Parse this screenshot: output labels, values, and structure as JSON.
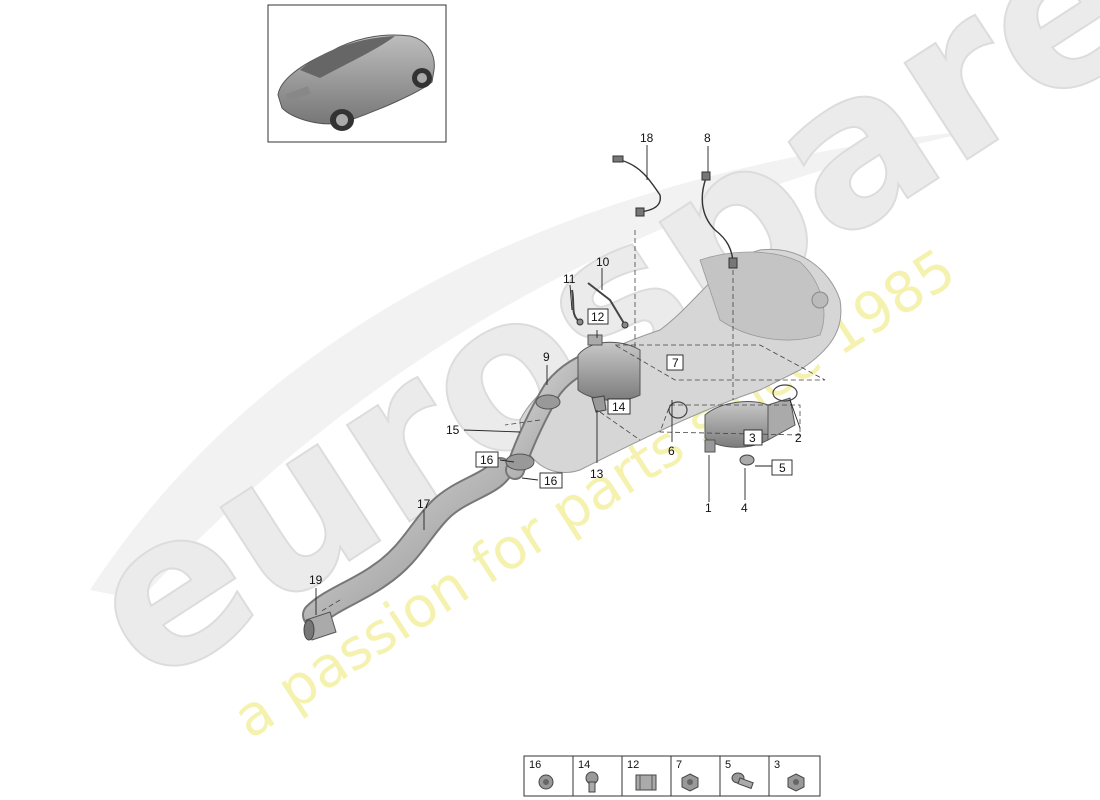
{
  "watermark": {
    "brand": "eurospares",
    "tagline": "a passion for parts since 1985"
  },
  "callouts": [
    {
      "id": "1",
      "boxed": false
    },
    {
      "id": "2",
      "boxed": false
    },
    {
      "id": "3",
      "boxed": true
    },
    {
      "id": "4",
      "boxed": false
    },
    {
      "id": "5",
      "boxed": true
    },
    {
      "id": "6",
      "boxed": false
    },
    {
      "id": "7",
      "boxed": true
    },
    {
      "id": "8",
      "boxed": false
    },
    {
      "id": "9",
      "boxed": false
    },
    {
      "id": "10",
      "boxed": false
    },
    {
      "id": "11",
      "boxed": false
    },
    {
      "id": "12",
      "boxed": true
    },
    {
      "id": "13",
      "boxed": false
    },
    {
      "id": "14",
      "boxed": true
    },
    {
      "id": "15",
      "boxed": false
    },
    {
      "id": "16",
      "boxed": true
    },
    {
      "id": "16b",
      "text": "16",
      "boxed": true
    },
    {
      "id": "17",
      "boxed": false
    },
    {
      "id": "18",
      "boxed": false
    },
    {
      "id": "19",
      "boxed": false
    }
  ],
  "legend": [
    "16",
    "14",
    "12",
    "7",
    "5",
    "3"
  ]
}
